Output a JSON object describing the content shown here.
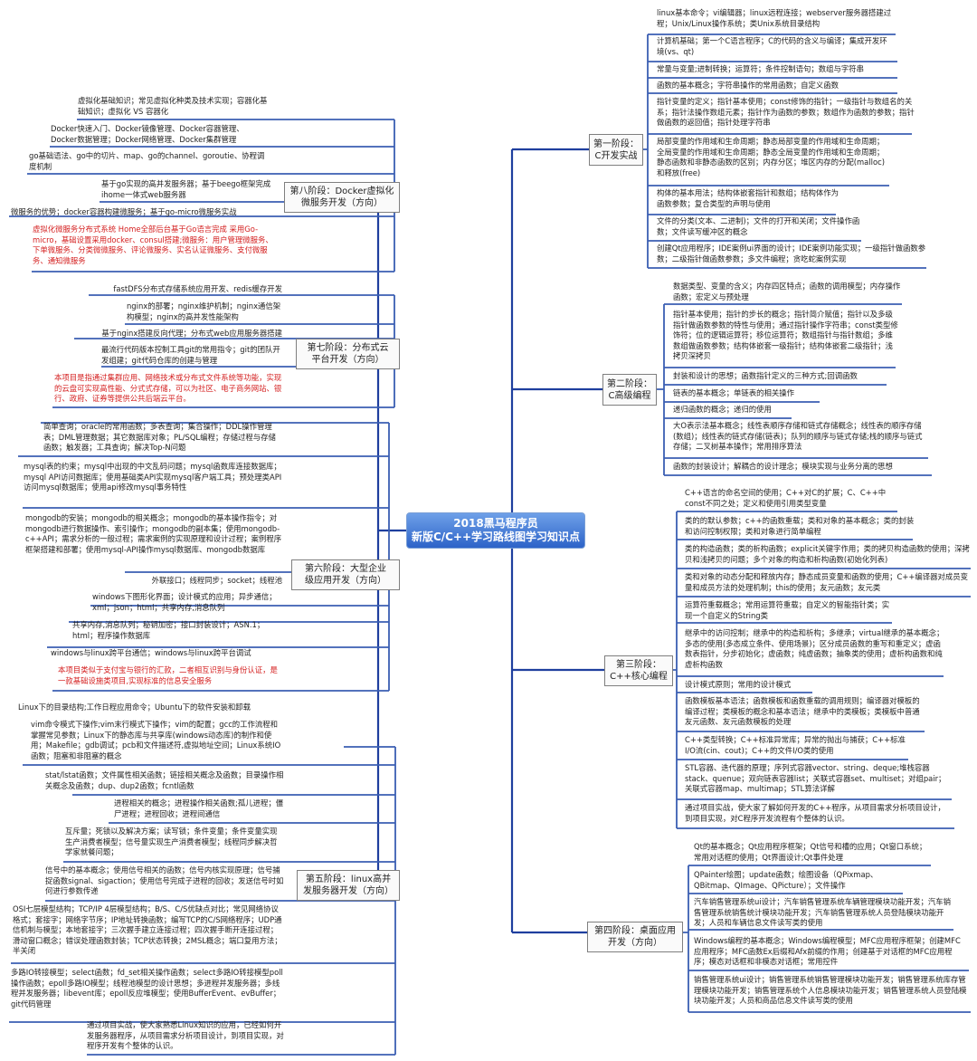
{
  "center": {
    "line1": "2018黑马程序员",
    "line2": "新版C/C++学习路线图学习知识点"
  },
  "colors": {
    "line": "#1f3f9e",
    "center_fill": "#3b73d6",
    "red_text": "#d41f1f",
    "text": "#222222"
  },
  "stages": {
    "s1": {
      "l1": "第一阶段：",
      "l2": "C开发实战"
    },
    "s2": {
      "l1": "第二阶段：",
      "l2": "C高级编程"
    },
    "s3": {
      "l1": "第三阶段：",
      "l2": "C++核心编程"
    },
    "s4": {
      "l1": "第四阶段：桌面应用",
      "l2": "开发（方向）"
    },
    "s5": {
      "l1": "第五阶段：linux高并",
      "l2": "发服务器开发（方向）"
    },
    "s6": {
      "l1": "第六阶段：大型企业",
      "l2": "级应用开发（方向）"
    },
    "s7": {
      "l1": "第七阶段：分布式云",
      "l2": "平台开发（方向）"
    },
    "s8": {
      "l1": "第八阶段：Docker虚拟化",
      "l2": "微服务开发（方向）"
    }
  },
  "leaves": {
    "s1": [
      "linux基本命令；vi编辑器；linux远程连接；webserver服务器搭建过程；Unix/Linux操作系统；类Unix系统目录结构",
      "计算机基础；第一个C语言程序；C的代码的含义与编译；集成开发环境(vs、qt)",
      "常量与变量;进制转换；运算符；条件控制语句；数组与字符串",
      "函数的基本概念；字符串操作的常用函数；自定义函数",
      "指针变量的定义；指针基本使用；const修饰的指针；一级指针与数组名的关系；指针法操作数组元素；指针作为函数的参数；数组作为函数的参数；指针做函数的返回值；指针处理字符串",
      "局部变量的作用域和生命周期；静态局部变量的作用域和生命周期；全局变量的作用域和生命周期；静态全局变量的作用域和生命周期；静态函数和非静态函数的区别；内存分区；堆区内存的分配(malloc)和释放(free)",
      "构体的基本用法；结构体嵌套指针和数组；结构体作为函数参数；复合类型的声明与使用",
      "文件的分类(文本、二进制)；文件的打开和关闭；文件操作函数；文件读写缓冲区的概念",
      "创建Qt应用程序；IDE案例ui界面的设计；IDE案例功能实现；一级指针做函数参数；二级指针做函数参数；多文件编程；贪吃蛇案例实现"
    ],
    "s2": [
      "数据类型、变量的含义；内存四区特点；函数的调用模型；内存操作函数；宏定义与预处理",
      "指针基本使用；指针的步长的概念；指针简介赋值；指针以及多级指针做函数参数的特性与使用；通过指针操作字符串；const类型修饰符；位的逻辑运算符；移位运算符；数组指针与指针数组；多维数组做函数参数；结构体嵌套一级指针；结构体嵌套二级指针；浅拷贝深拷贝",
      "封装和设计的思想；函数指针定义的三种方式;回调函数",
      "链表的基本概念；单链表的相关操作",
      "递归函数的概念；递归的使用",
      "大O表示法基本概念；线性表顺序存储和链式存储概念；线性表的顺序存储(数组)；线性表的链式存储(链表)；队列的顺序与链式存储;栈的顺序与链式存储；二叉树基本操作；常用排序算法",
      "函数的封装设计；解耦合的设计理念；模块实现与业务分离的思想"
    ],
    "s3": [
      "C++语言的命名空间的使用；C++对C的扩展；C、C++中const不同之处；定义和使用引用类型变量",
      "类的的默认参数；c++的函数重载；类和对象的基本概念；类的封装和访问控制权限；类和对象进行简单编程",
      "类的构造函数；类的析构函数；explicit关键字作用；类的拷贝构造函数的使用；深拷贝和浅拷贝的问题；多个对象的构造和析构函数(初始化列表)",
      "类和对象的动态分配和释放内存；静态成员变量和函数的使用；C++编译器对成员变量和成员方法的处理机制；this的使用；友元函数；友元类",
      "运算符重载概念；常用运算符重载；自定义的智能指针类；实现一个自定义的String类",
      "继承中的访问控制；继承中的构造和析构；多继承；virtual继承的基本概念；多态的使用(多态成立条件、使用场景)；区分成员函数的重写和重定义；虚函数表指针，分步初始化；虚函数；纯虚函数；抽象类的使用；虚析构函数和纯虚析构函数",
      "设计模式原则；常用的设计模式",
      "函数模板基本语法；函数模板和函数重载的调用规则；编译器对模板的编译过程；类模板的概念和基本语法；继承中的类模板；类模板中普通友元函数、友元函数模板的处理",
      "C++类型转换；C++标准异常库；异常的抛出与捕获；C++标准I/O流(cin、cout)；C++的文件I/O类的使用",
      "STL容器、迭代器的原理；序列式容器vector、string、deque;堆栈容器stack、quenue；双向链表容器list；关联式容器set、multiset；对组pair；关联式容器map、multimap；STL算法详解",
      "通过项目实战，使大家了解如何开发的C++程序，从项目需求分析项目设计，到项目实现，对C程序开发流程有个整体的认识。"
    ],
    "s4": [
      "Qt的基本概念；Qt应用程序框架；Qt信号和槽的应用；Qt窗口系统；常用对话框的使用；Qt界面设计;Qt事件处理",
      "QPainter绘图；update函数；绘图设备（QPixmap、QBitmap、QImage、QPicture）；文件操作",
      "汽车销售管理系统ui设计；汽车销售管理系统车辆管理模块功能开发；汽车销售管理系统销售统计模块功能开发；汽车销售管理系统人员登陆模块功能开发；人员和车辆信息文件读写类的使用",
      "Windows编程的基本概念；Windows编程模型；MFC应用程序框架；创建MFC应用程序；MFC函数Ex后缀和Afx前缀的作用；创建基于对话框的MFC应用程序；模态对话框和非模态对话框；常用控件",
      "销售管理系统ui设计；销售管理系统销售管理模块功能开发；销售管理系统库存管理模块功能开发；销售管理系统个人信息模块功能开发；销售管理系统人员登陆模块功能开发；人员和商品信息文件读写类的使用"
    ],
    "s5": [
      "Linux下的目录结构;工作日程应用命令；Ubuntu下的软件安装和卸载",
      "vim命令模式下操作;vim末行模式下操作；vim的配置；gcc的工作流程和掌握常见参数；Linux下的静态库与共享库(windows动态库)的制作和使用；Makefile；gdb调试；pcb和文件描述符,虚拟地址空间；Linux系统IO函数；阻塞和非阻塞的概念",
      "stat/lstat函数；文件属性相关函数；链接相关概念及函数；目录操作相关概念及函数；dup、dup2函数；fcntl函数",
      "进程相关的概念；进程操作相关函数;孤儿进程；僵尸进程；进程回收；进程间通信",
      "互斥量；死锁以及解决方案；读写锁；条件变量；条件变量实现生产消费者模型；信号量实现生产消费者模型；线程同步解决哲学家就餐问题；",
      "信号中的基本概念；使用信号相关的函数；信号内核实现原理；信号捕捉函数signal、sigaction；使用信号完成子进程的回收；发送信号时如何进行参数传递",
      "OSI七层模型结构；TCP/IP 4层模型结构；B/S、C/S优缺点对比；常见网络协议格式；套接字；网络字节序；IP地址转换函数；编写TCP的C/S网络程序；UDP通信机制与模型；本地套接字；三次握手建立连接过程；四次握手断开连接过程；滑动窗口概念；错误处理函数封装；TCP状态转换；2MSL概念；端口复用方法；半关闭",
      "多路IO转接模型；select函数；fd_set相关操作函数；select多路IO转接模型poll操作函数；epoll多路IO模型；线程池模型的设计思想；多进程并发服务器；多线程并发服务器；libevent库；epoll反应堆模型；使用BufferEvent、evBuffer；git代码管理",
      "通过项目实战，使大家熟悉Linux知识的应用，已经如何开发服务器程序，从项目需求分析项目设计，到项目实现，对程序开发有个整体的认识。"
    ],
    "s6": [
      "简单查询；oracle的常用函数；多表查询；集合操作；DDL操作管理表；DML管理数据；其它数据库对象；PL/SQL编程；存储过程与存储函数；触发器；工具查询；解决Top-N问题",
      "mysql表的约束；mysql中出现的中文乱码问题；mysql函数库连接数据库；mysql API访问数据库；使用基础类API实现mysql客户端工具；预处理类API访问mysql数据库；使用api修改mysql事务特性",
      "mongodb的安装；mongodb的相关概念；mongodb的基本操作指令；对mongodb进行数据操作、索引操作；mongodb的副本集；使用mongodb-c++API；需求分析的一般过程；需求案例的实现原理和设计过程；案例程序框架搭建和部署；使用mysql-API操作mysql数据库、mongodb数据库",
      "外联接口；线程同步；socket；线程池",
      "windows下图形化界面；设计模式的应用；异步通信；xml；json；html；共享内存,消息队列",
      "共享内存,消息队列；秘钥加密；接口封装设计；ASN.1；html；程序操作数据库",
      "windows与linux跨平台通信；windows与linux跨平台调试",
      "本项目类似于支付宝与银行的汇款，二者相互识别与身份认证，是一款基础设施类项目,实现标准的信息安全服务"
    ],
    "s7": [
      "fastDFS分布式存储系统应用开发、redis缓存开发",
      "nginx的部署；nginx维护机制；nginx通信架构模型；nginx的高并发性能架构",
      "基于nginx搭建反向代理；分布式web应用服务器搭建",
      "最流行代码版本控制工具git的常用指令；git的团队开发组建；git代码仓库的创建与管理",
      "本项目是指通过集群应用、网络技术或分布式文件系统等功能，实现的云盘可实现高性能、分式式存储，可以为社区、电子商务网站、银行、政府、证券等提供公共后端云平台。"
    ],
    "s8": [
      "虚拟化基础知识；常见虚拟化种类及技术实现；容器化基础知识；虚拟化 VS 容器化",
      "Docker快速入门、Docker镜像管理、Docker容器管理、Docker数据管理；Docker网络管理、Docker集群管理",
      "go基础语法、go中的切片、map、go的channel、goroutie、协程调度机制",
      "基于go实现的高并发服务器；基于beego框架完成ihome一体式web服务器",
      "微服务的优势；docker容器构建微服务；基于go-micro微服务实战",
      "虚拟化微服务分布式系统  Home全部后台基于Go语言完成 采用Go-micro，基础设置采用docker、consul搭建;微服务：用户管理微服务、下单微服务、分类微微服务、评论微服务、实名认证微服务、支付微服务、通知微服务"
    ]
  }
}
